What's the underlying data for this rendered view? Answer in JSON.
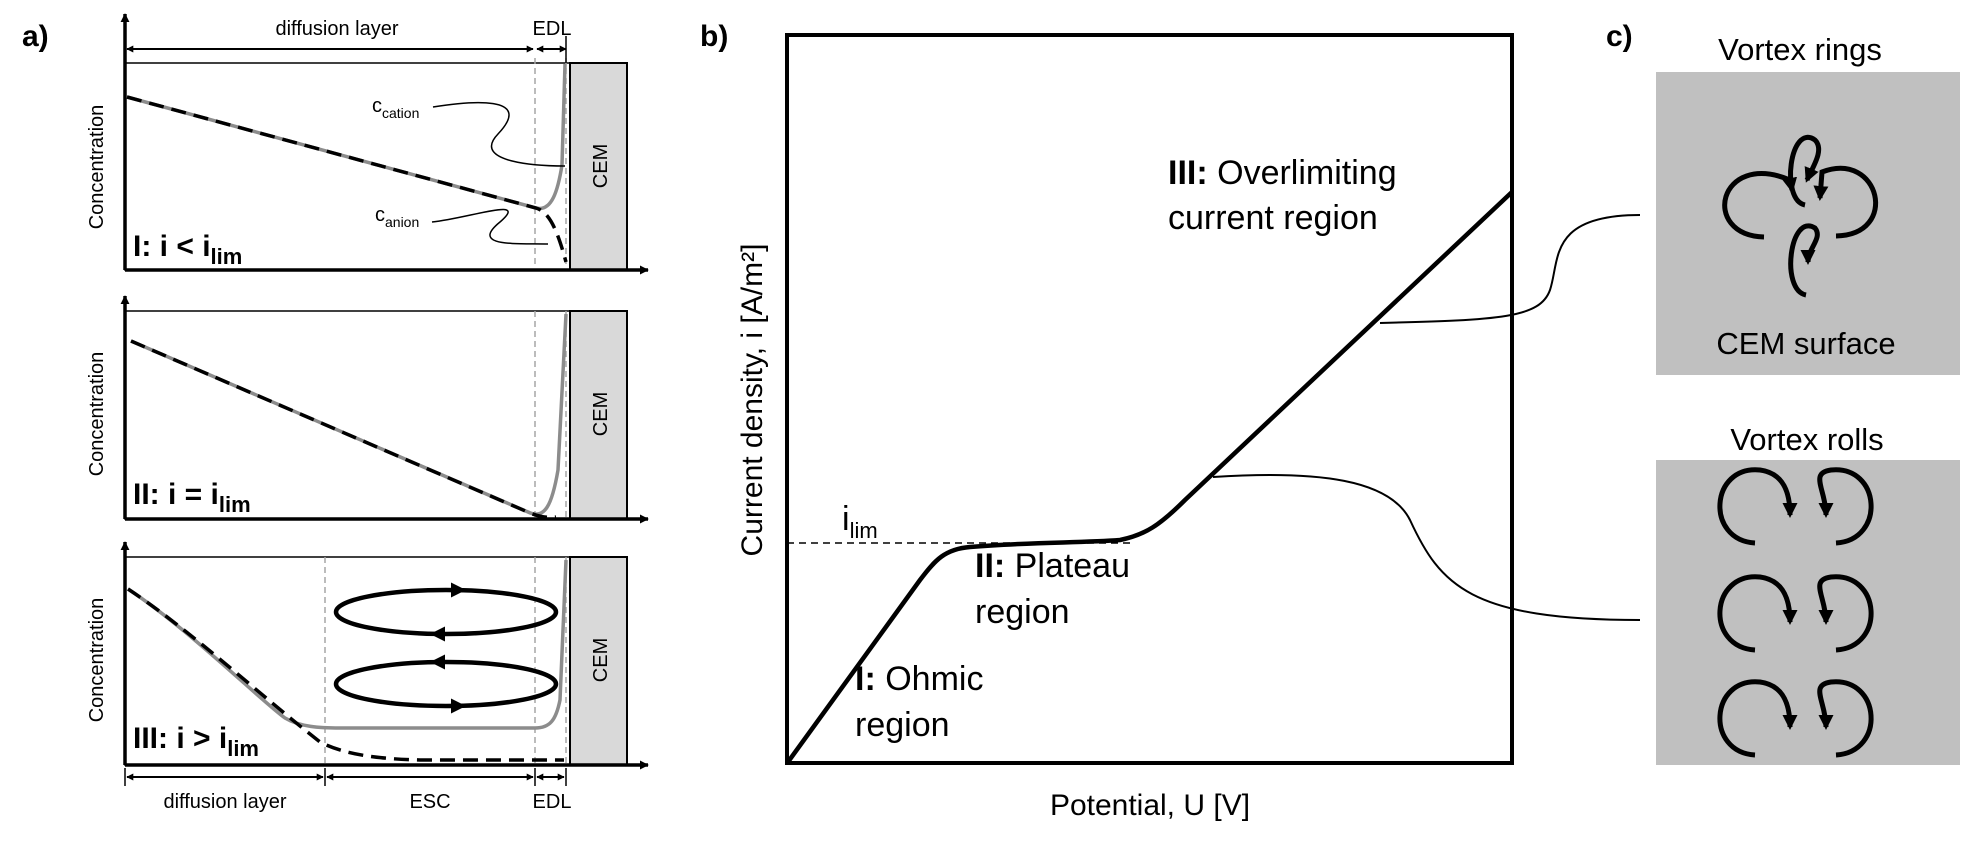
{
  "panel_a": {
    "letter": "a)",
    "y_axis_label": "Concentration",
    "top_diffusion_label": "diffusion layer",
    "top_edl_label": "EDL",
    "cation_label": "c",
    "cation_sub": "cation",
    "anion_label": "c",
    "anion_sub": "anion",
    "membrane_label": "CEM",
    "case1": {
      "numeral": "I:",
      "text": "i < i",
      "sub": "lim"
    },
    "case2": {
      "numeral": "II:",
      "text": "i = i",
      "sub": "lim"
    },
    "case3": {
      "numeral": "III:",
      "text": "i > i",
      "sub": "lim"
    },
    "bottom_diffusion_label": "diffusion layer",
    "bottom_esc_label": "ESC",
    "bottom_edl_label": "EDL"
  },
  "panel_b": {
    "letter": "b)",
    "ylabel": "Current density, i [A/m²]",
    "xlabel": "Potential, U [V]",
    "ilim_label": "i",
    "ilim_sub": "lim",
    "region1": {
      "numeral": "I:",
      "line1": "Ohmic",
      "line2": "region"
    },
    "region2": {
      "numeral": "II:",
      "line1": "Plateau",
      "line2": "region"
    },
    "region3": {
      "numeral": "III:",
      "line1": "Overlimiting",
      "line2": "current region"
    }
  },
  "panel_c": {
    "letter": "c)",
    "rings_title": "Vortex rings",
    "rings_caption": "CEM surface",
    "rolls_title": "Vortex rolls",
    "box_color": "#c0c0c0"
  },
  "colors": {
    "ink": "#000000",
    "cation_line": "#8c8c8c",
    "membrane_fill": "#d9d9d9",
    "guide": "#a6a6a6"
  }
}
